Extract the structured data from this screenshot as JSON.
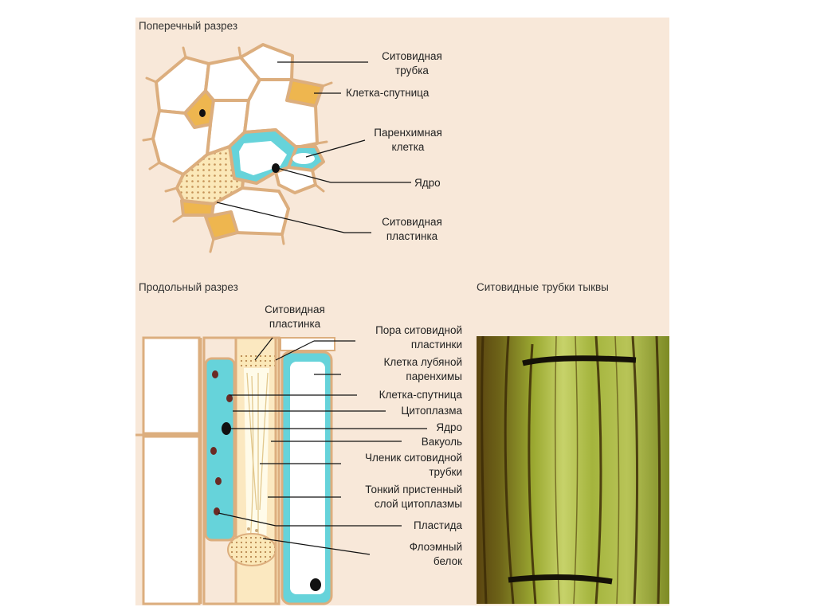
{
  "cross_section": {
    "title": "Поперечный разрез",
    "labels": {
      "sieve_tube": [
        "Ситовидная",
        "трубка"
      ],
      "companion_cell": "Клетка-спутница",
      "parenchyma_cell": [
        "Паренхимная",
        "клетка"
      ],
      "nucleus": "Ядро",
      "sieve_plate": [
        "Ситовидная",
        "пластинка"
      ]
    }
  },
  "longitudinal_section": {
    "title": "Продольный разрез",
    "labels": {
      "sieve_plate": [
        "Ситовидная",
        "пластинка"
      ],
      "sieve_plate_pore": [
        "Пора ситовидной",
        "пластинки"
      ],
      "bast_parenchyma_cell": [
        "Клетка лубяной",
        "паренхимы"
      ],
      "companion_cell": "Клетка-спутница",
      "cytoplasm": "Цитоплазма",
      "nucleus": "Ядро",
      "vacuole": "Вакуоль",
      "sieve_tube_member": [
        "Членик ситовидной",
        "трубки"
      ],
      "parietal_layer": [
        "Тонкий пристенный",
        "слой цитоплазмы"
      ],
      "plastid": "Пластида",
      "phloem_protein": [
        "Флоэмный",
        "белок"
      ]
    }
  },
  "photo": {
    "title": "Ситовидные трубки тыквы"
  },
  "colors": {
    "background": "#f8e8d9",
    "cell_wall": "#dcae7e",
    "companion": "#eeb64f",
    "cytoplasm": "#66d3da",
    "nucleus": "#111111",
    "plastid": "#6b2a24"
  }
}
